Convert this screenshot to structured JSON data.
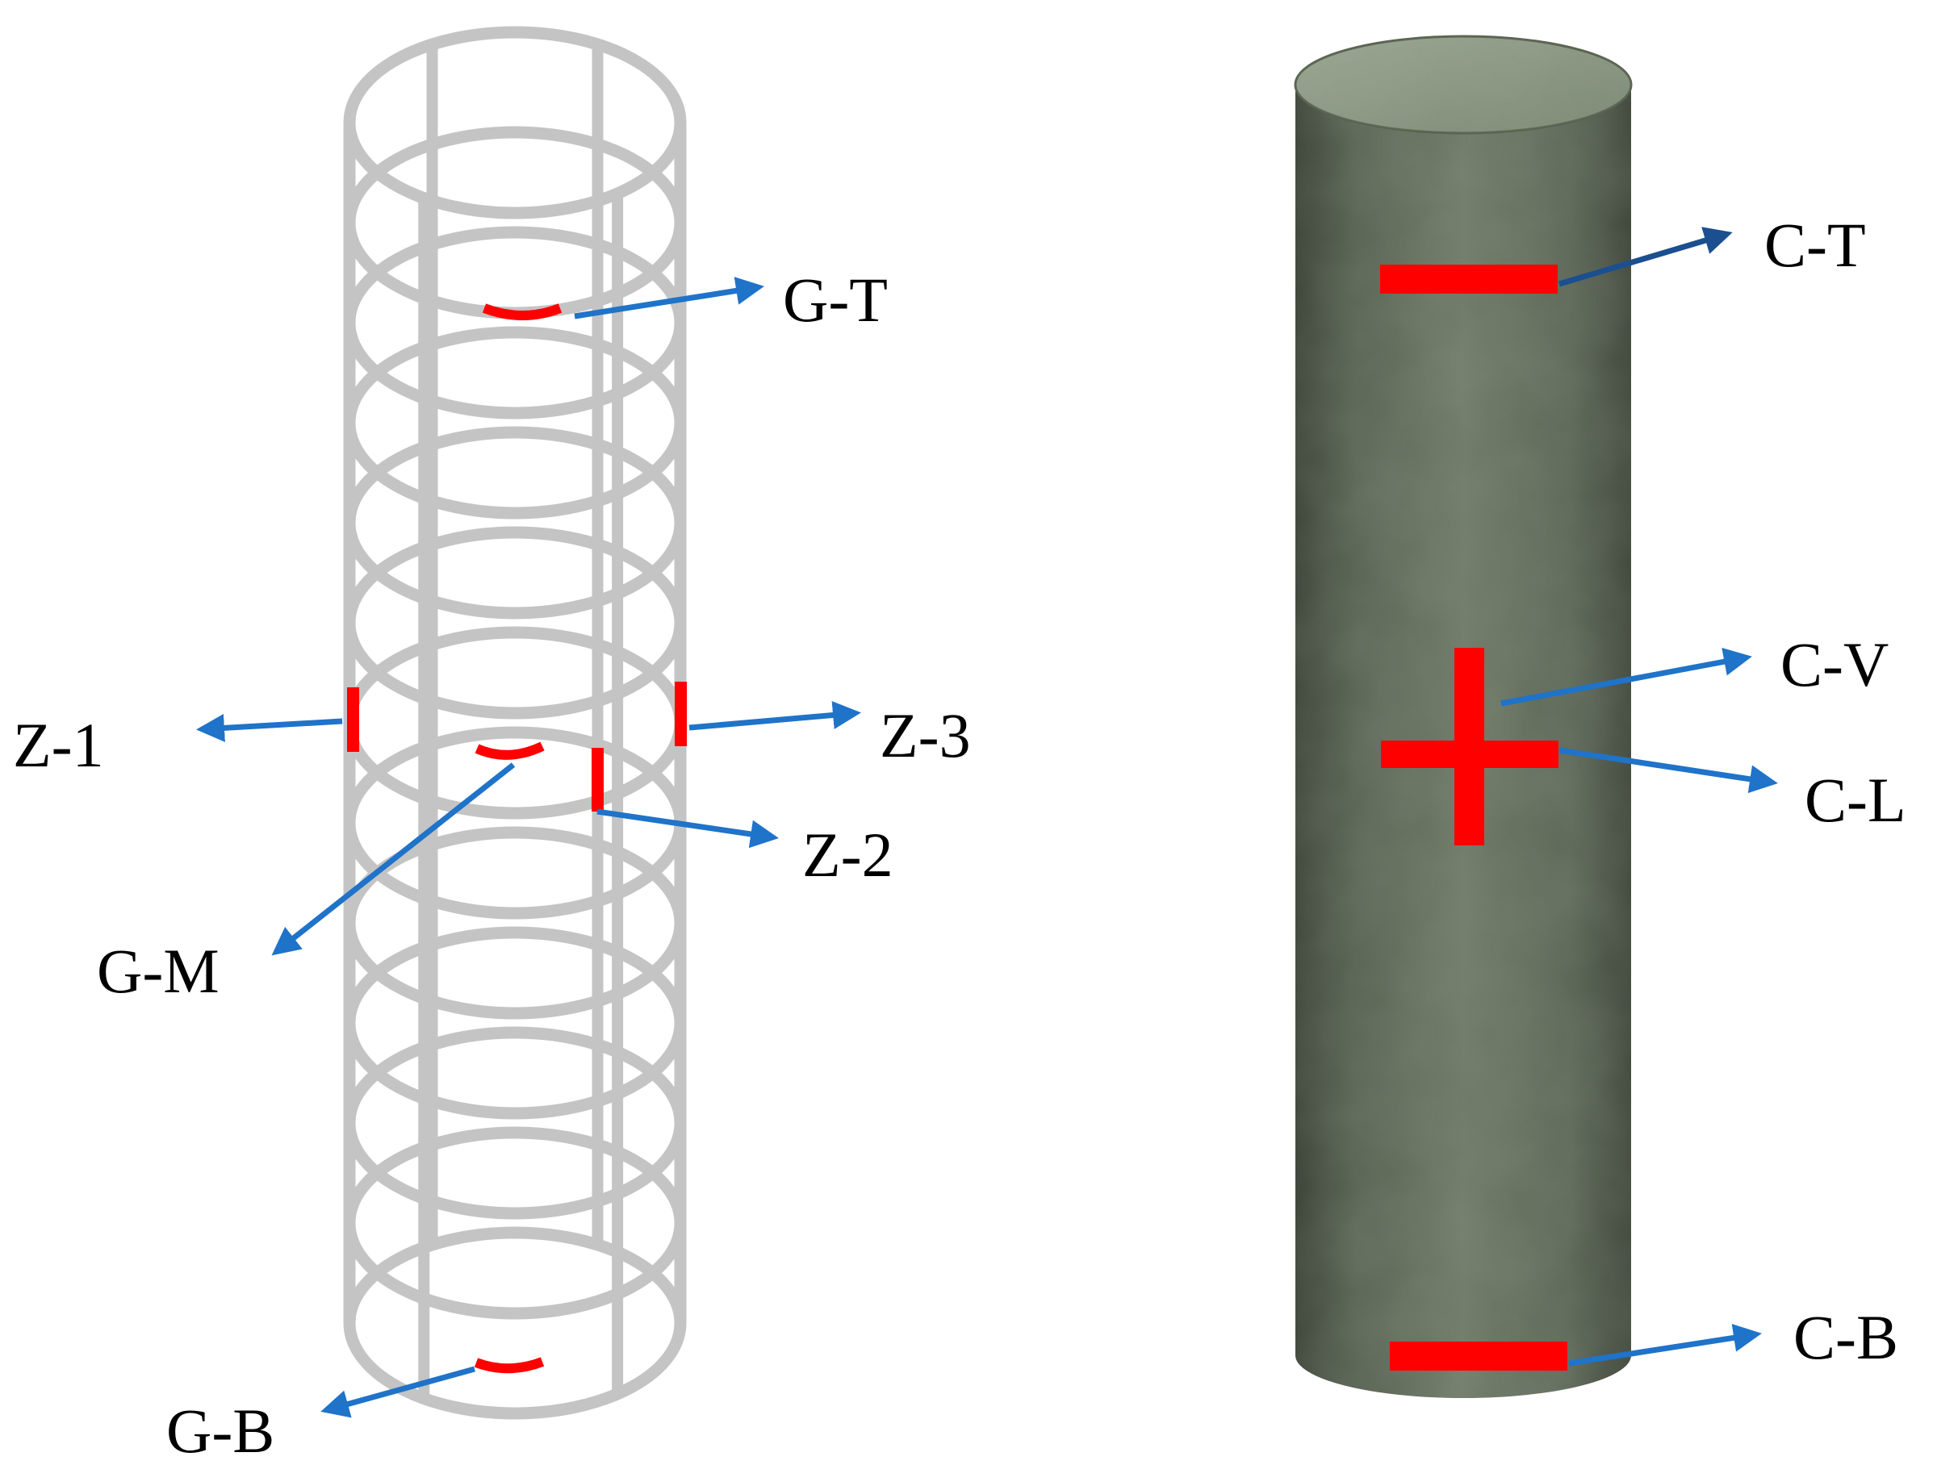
{
  "labels": {
    "g_t": "G-T",
    "g_m": "G-M",
    "g_b": "G-B",
    "z_1": "Z-1",
    "z_2": "Z-2",
    "z_3": "Z-3",
    "c_t": "C-T",
    "c_v": "C-V",
    "c_l": "C-L",
    "c_b": "C-B"
  },
  "colors": {
    "steel_cage": "#c4c4c4",
    "gauge_marker": "#ff0000",
    "arrow": "#1f73c9",
    "arrow_dark": "#1b4f8f",
    "concrete": "#5c6656",
    "text": "#000000",
    "background": "#ffffff"
  }
}
